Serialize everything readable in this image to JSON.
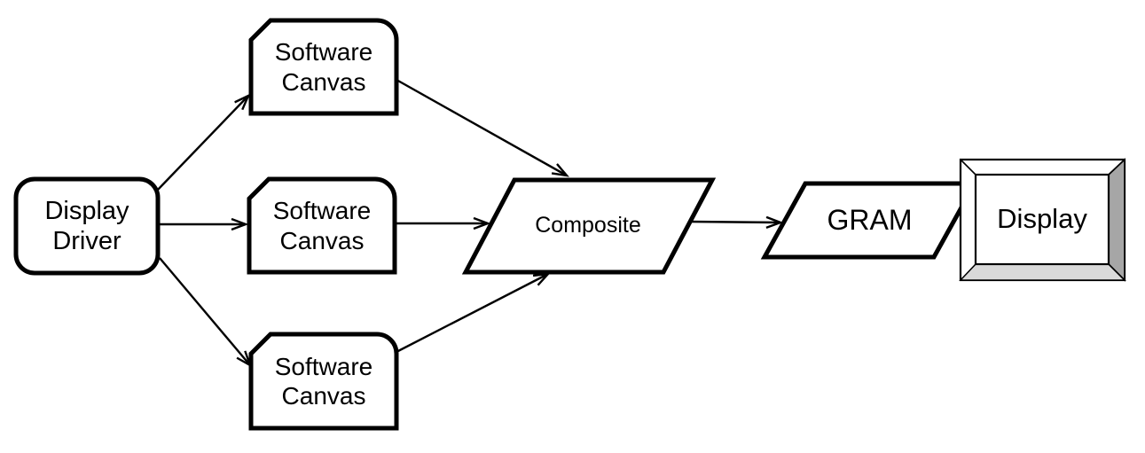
{
  "diagram": {
    "title": "",
    "nodes": {
      "display_driver": {
        "label": "Display\nDriver",
        "shape": "rounded-rectangle"
      },
      "software_canvas_top": {
        "label": "Software\nCanvas",
        "shape": "card"
      },
      "software_canvas_middle": {
        "label": "Software\nCanvas",
        "shape": "card"
      },
      "software_canvas_bottom": {
        "label": "Software\nCanvas",
        "shape": "card"
      },
      "composite": {
        "label": "Composite",
        "shape": "parallelogram"
      },
      "gram": {
        "label": "GRAM",
        "shape": "parallelogram"
      },
      "display": {
        "label": "Display",
        "shape": "bevel-monitor"
      }
    },
    "edges": [
      {
        "from": "display_driver",
        "to": "software_canvas_top",
        "style": "open-arrow"
      },
      {
        "from": "display_driver",
        "to": "software_canvas_middle",
        "style": "open-arrow"
      },
      {
        "from": "display_driver",
        "to": "software_canvas_bottom",
        "style": "open-arrow"
      },
      {
        "from": "software_canvas_top",
        "to": "composite",
        "style": "open-arrow"
      },
      {
        "from": "software_canvas_middle",
        "to": "composite",
        "style": "open-arrow"
      },
      {
        "from": "software_canvas_bottom",
        "to": "composite",
        "style": "open-arrow"
      },
      {
        "from": "composite",
        "to": "gram",
        "style": "open-arrow"
      },
      {
        "from": "gram",
        "to": "display",
        "style": "adjacent-contact"
      }
    ],
    "colors": {
      "background": "#ffffff",
      "stroke": "#000000",
      "node_fill": "#ffffff",
      "bevel_right_facet": "#a6a6a6",
      "bevel_bottom_facet": "#d9d9d9"
    }
  }
}
